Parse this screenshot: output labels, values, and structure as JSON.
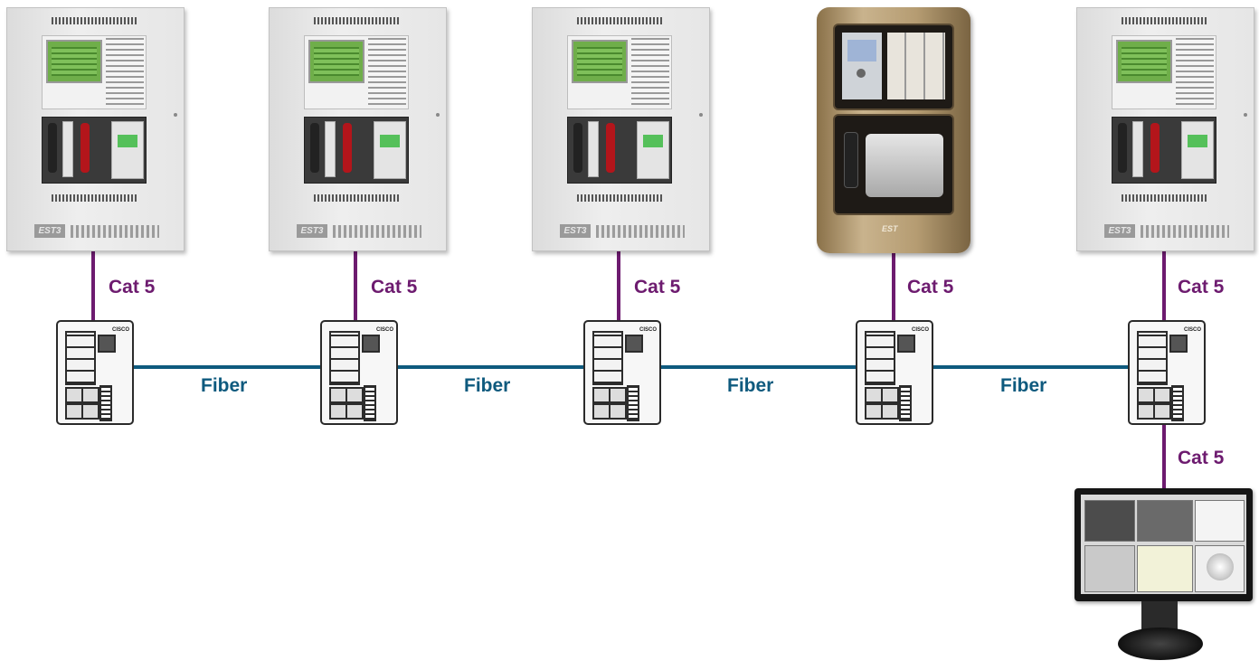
{
  "links": {
    "cat5_label": "Cat 5",
    "fiber_label": "Fiber"
  },
  "panel_brand": "EST3",
  "gold_brand": "EST",
  "switch_brand": "CISCO",
  "colors": {
    "cat5_line": "#6d1b6f",
    "fiber_line": "#0e5a7e",
    "cat5_text": "#6d1b6f",
    "fiber_text": "#0e5a7e"
  }
}
